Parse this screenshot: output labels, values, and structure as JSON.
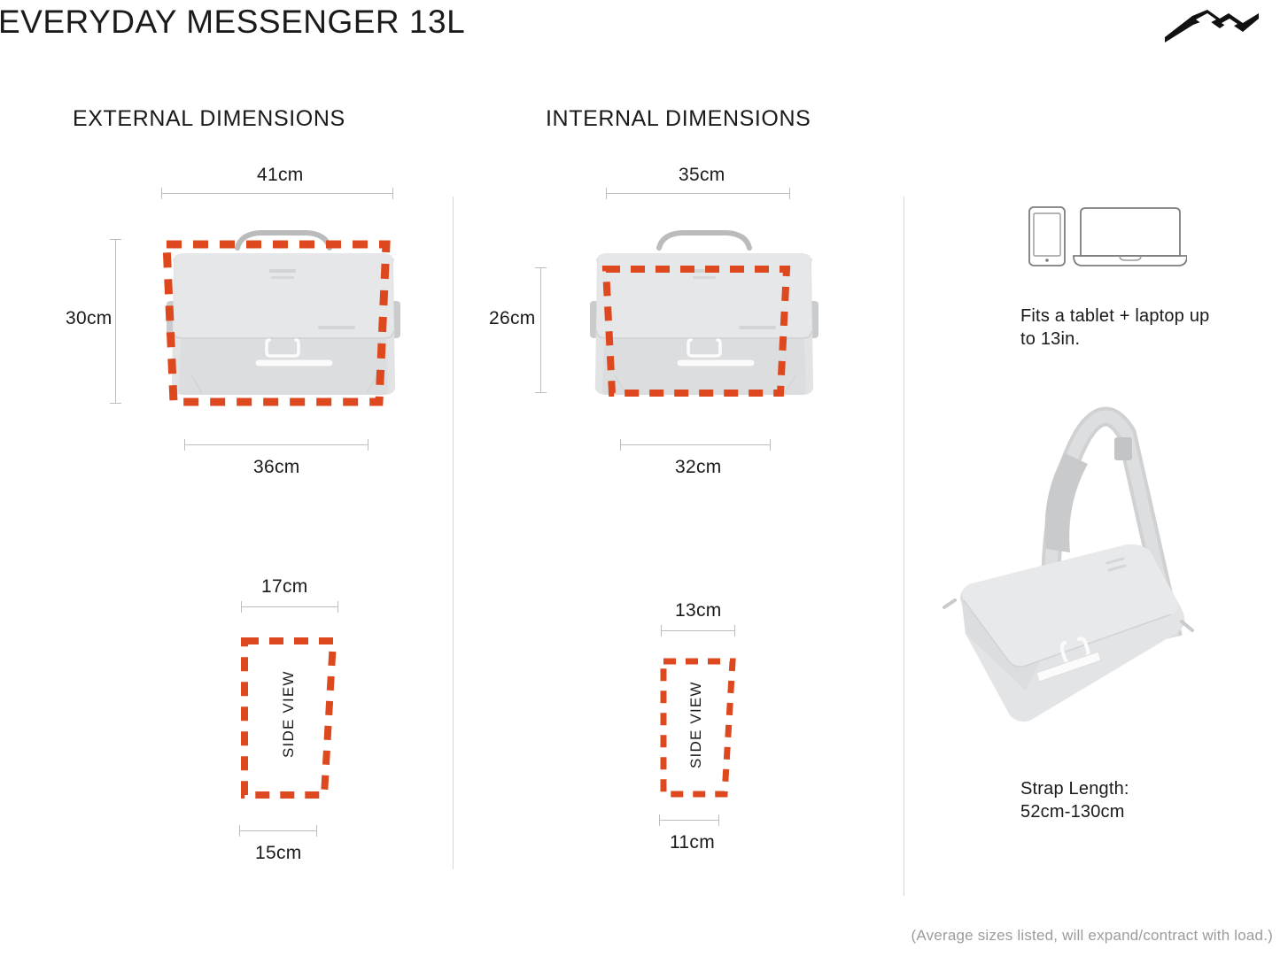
{
  "header": {
    "title": "EVERYDAY MESSENGER 13L",
    "logo_name": "peak-design-logo"
  },
  "colors": {
    "dash_orange": "#DE481E",
    "dim_line_gray": "#BDBDBD",
    "divider_gray": "#D8D8D8",
    "bag_gray": "#E2E3E4",
    "text_dark": "#1A1A1A",
    "footnote_gray": "#9B9B9B"
  },
  "sections": {
    "external": {
      "heading": "EXTERNAL DIMENSIONS",
      "front": {
        "top_width": "41cm",
        "height": "30cm",
        "bottom_width": "36cm"
      },
      "side": {
        "label": "SIDE VIEW",
        "top_width": "17cm",
        "bottom_width": "15cm"
      }
    },
    "internal": {
      "heading": "INTERNAL DIMENSIONS",
      "front": {
        "top_width": "35cm",
        "height": "26cm",
        "bottom_width": "32cm"
      },
      "side": {
        "label": "SIDE VIEW",
        "top_width": "13cm",
        "bottom_width": "11cm"
      }
    },
    "capacity": {
      "tablet_icon": "tablet-icon",
      "laptop_icon": "laptop-icon",
      "fit_note": "Fits a tablet + laptop up to 13in.",
      "bag_photo": "messenger-bag-sling-photo",
      "strap_note": "Strap Length:\n52cm-130cm"
    }
  },
  "footnote": "(Average sizes listed, will expand/contract with load.)"
}
